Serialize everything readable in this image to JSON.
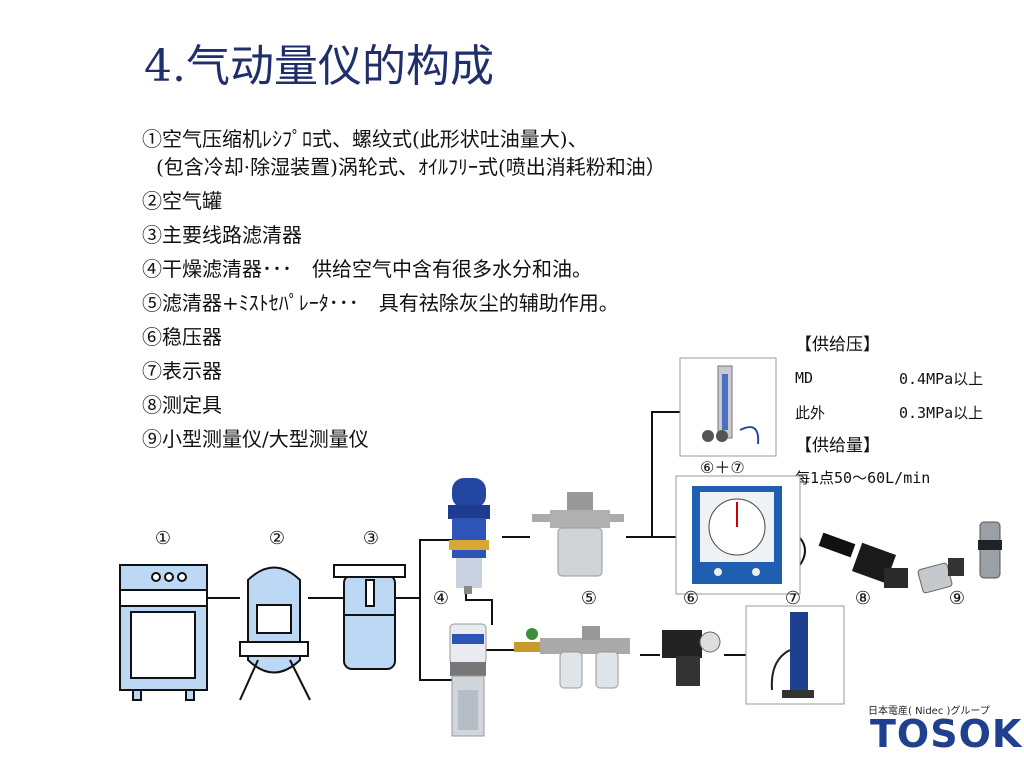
{
  "title": "4.气动量仪的构成",
  "items": [
    "①空气压缩机ﾚｼﾌﾟﾛ式、螺纹式(此形状吐油量大)、",
    "(包含冷却·除湿装置)涡轮式、ｵｲﾙﾌﾘｰ式(喷出消耗粉和油）",
    "②空气罐",
    "③主要线路滤清器",
    "④干燥滤清器･･･　供给空气中含有很多水分和油。",
    "⑤滤清器+ﾐｽﾄｾﾊﾟﾚｰﾀ･･･　具有祛除灰尘的辅助作用。",
    "⑥稳压器",
    "⑦表示器",
    "⑧测定具",
    "⑨小型测量仪/大型测量仪"
  ],
  "supply": {
    "pressure_header": "【供给压】",
    "rows": [
      {
        "k": "MD",
        "v": "0.4MPa以上"
      },
      {
        "k": "此外",
        "v": "0.3MPa以上"
      }
    ],
    "flow_header": "【供给量】",
    "flow": "每1点50～60L/min"
  },
  "labels": {
    "n1": "①",
    "n2": "②",
    "n3": "③",
    "n4": "④",
    "n5": "⑤",
    "n6": "⑥",
    "n7": "⑦",
    "n8": "⑧",
    "n9": "⑨",
    "n67": "⑥＋⑦"
  },
  "logo": {
    "top": "日本電産( Nidec )グループ",
    "brand": "TOSOK"
  },
  "colors": {
    "title": "#1f2f6b",
    "equipment_fill": "#bcd8f4",
    "brand": "#1f3f8f"
  }
}
